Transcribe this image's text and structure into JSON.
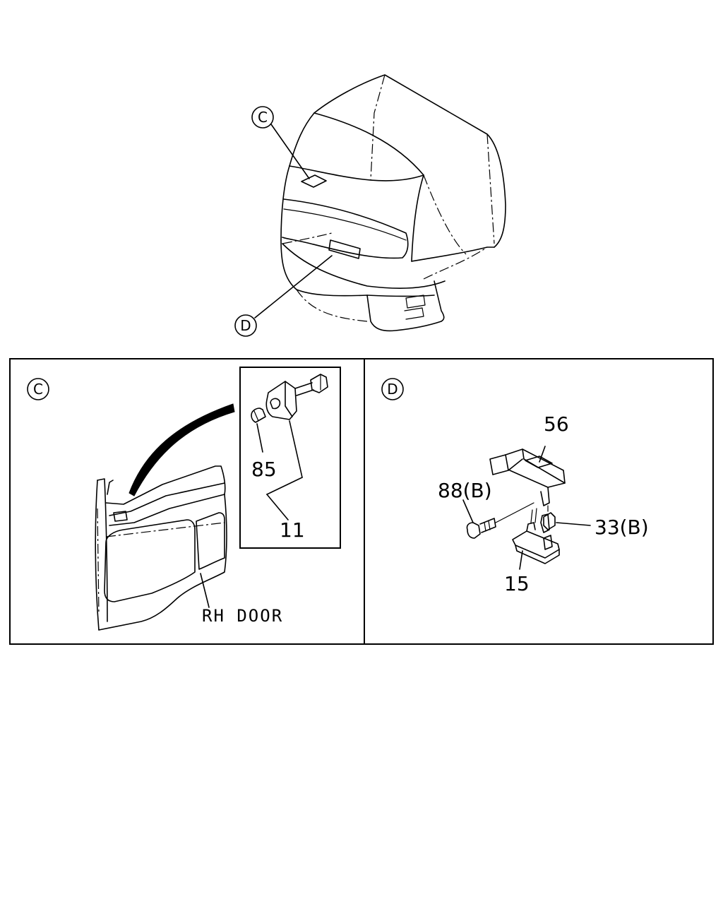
{
  "callouts": {
    "overview_c": "C",
    "overview_d": "D",
    "panel_c": "C",
    "panel_d": "D"
  },
  "panel_c": {
    "parts": {
      "p85": "85",
      "p11": "11"
    },
    "caption": "RH DOOR"
  },
  "panel_d": {
    "parts": {
      "p56": "56",
      "p88": "88(B)",
      "p33": "33(B)",
      "p15": "15"
    }
  }
}
